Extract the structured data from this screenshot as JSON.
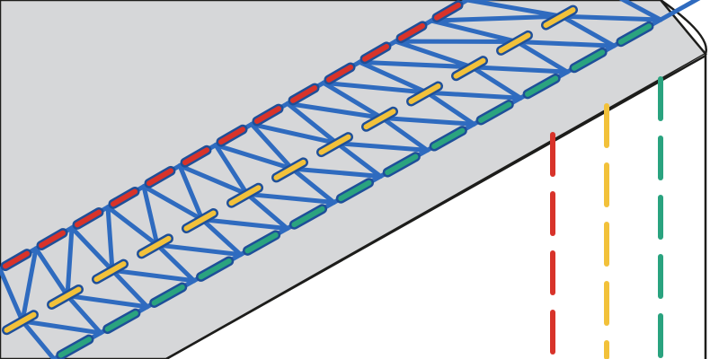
{
  "diagram": {
    "subject": "",
    "colors": {
      "fabric": "#d6d7d9",
      "fabric_side": "#ffffff",
      "outline": "#1d1d1b",
      "looper_thread": "#2f6bbf",
      "looper_thread_dark": "#1e4f99",
      "needle_thread_1": "#d8332a",
      "needle_thread_2": "#f2c13a",
      "needle_thread_3": "#2aa37f"
    },
    "threads": [
      {
        "name": "needle-thread-red",
        "color_key": "needle_thread_1"
      },
      {
        "name": "needle-thread-yellow",
        "color_key": "needle_thread_2"
      },
      {
        "name": "needle-thread-green",
        "color_key": "needle_thread_3"
      },
      {
        "name": "looper-thread-blue",
        "color_key": "looper_thread"
      }
    ]
  }
}
